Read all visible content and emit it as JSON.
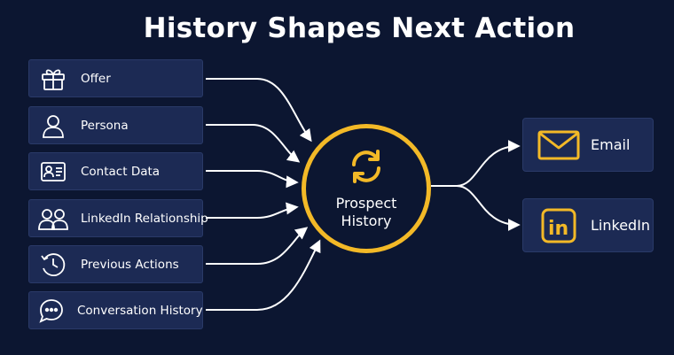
{
  "title": "History Shapes Next Action",
  "inputs": [
    {
      "label": "Offer",
      "icon": "gift-icon"
    },
    {
      "label": "Persona",
      "icon": "person-icon"
    },
    {
      "label": "Contact Data",
      "icon": "contact-card-icon"
    },
    {
      "label": "LinkedIn Relationship",
      "icon": "people-icon"
    },
    {
      "label": "Previous Actions",
      "icon": "history-clock-icon"
    },
    {
      "label": "Conversation History",
      "icon": "chat-bubble-icon"
    }
  ],
  "hub": {
    "label": "Prospect History",
    "icon": "refresh-cycle-icon"
  },
  "outputs": [
    {
      "label": "Email",
      "icon": "email-icon"
    },
    {
      "label": "LinkedIn",
      "icon": "linkedin-icon"
    }
  ],
  "colors": {
    "background": "#0c1631",
    "box": "#1c2a54",
    "accent": "#f3b927",
    "line": "#ffffff"
  }
}
